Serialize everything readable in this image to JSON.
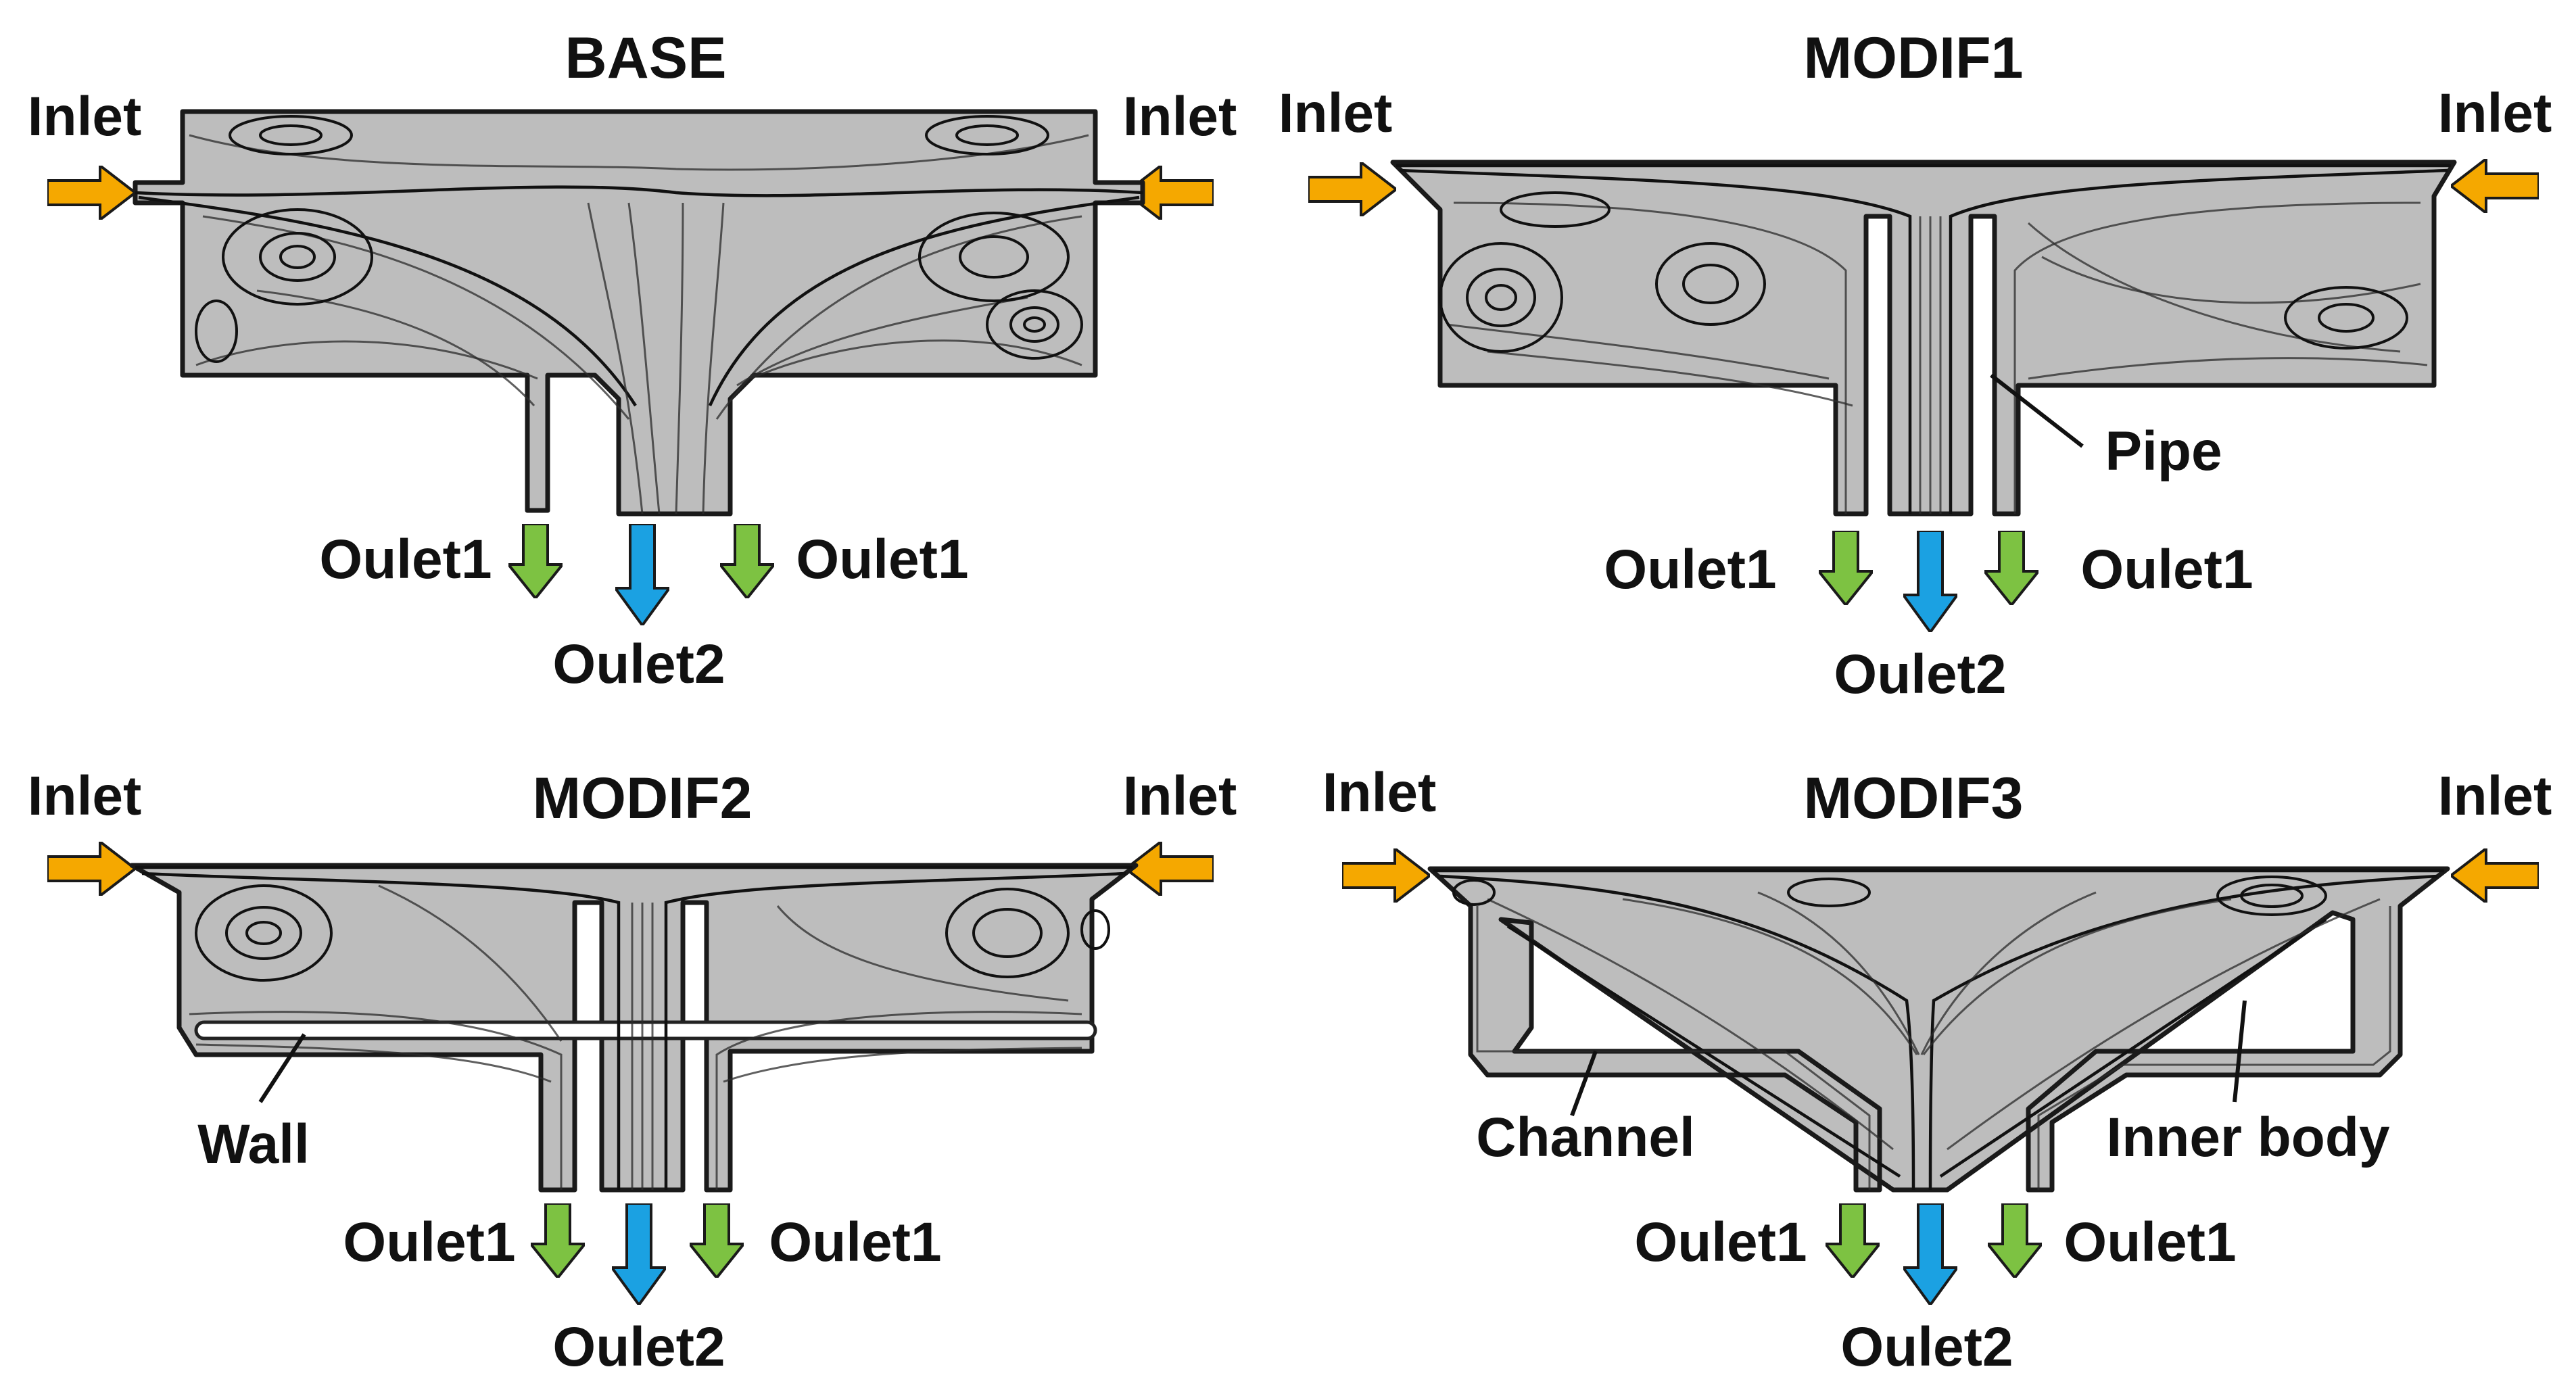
{
  "panels": {
    "base": {
      "title": "BASE",
      "inlet_left": "Inlet",
      "inlet_right": "Inlet",
      "outlet1_left": "Oulet1",
      "outlet1_right": "Oulet1",
      "outlet2": "Oulet2"
    },
    "modif1": {
      "title": "MODIF1",
      "inlet_left": "Inlet",
      "inlet_right": "Inlet",
      "outlet1_left": "Oulet1",
      "outlet1_right": "Oulet1",
      "outlet2": "Oulet2",
      "callout": "Pipe"
    },
    "modif2": {
      "title": "MODIF2",
      "inlet_left": "Inlet",
      "inlet_right": "Inlet",
      "outlet1_left": "Oulet1",
      "outlet1_right": "Oulet1",
      "outlet2": "Oulet2",
      "callout": "Wall"
    },
    "modif3": {
      "title": "MODIF3",
      "inlet_left": "Inlet",
      "inlet_right": "Inlet",
      "outlet1_left": "Oulet1",
      "outlet1_right": "Oulet1",
      "outlet2": "Oulet2",
      "callout_left": "Channel",
      "callout_right": "Inner body"
    }
  },
  "colors": {
    "inlet_arrow": "#f5a800",
    "outlet1_arrow": "#7dc242",
    "outlet2_arrow": "#1ba1e2",
    "fluid_fill": "#bdbdbd",
    "streamline": "#1a1a1a"
  },
  "icons": {
    "inlet": "arrow-right-icon / arrow-left-icon",
    "outlet": "arrow-down-icon"
  }
}
